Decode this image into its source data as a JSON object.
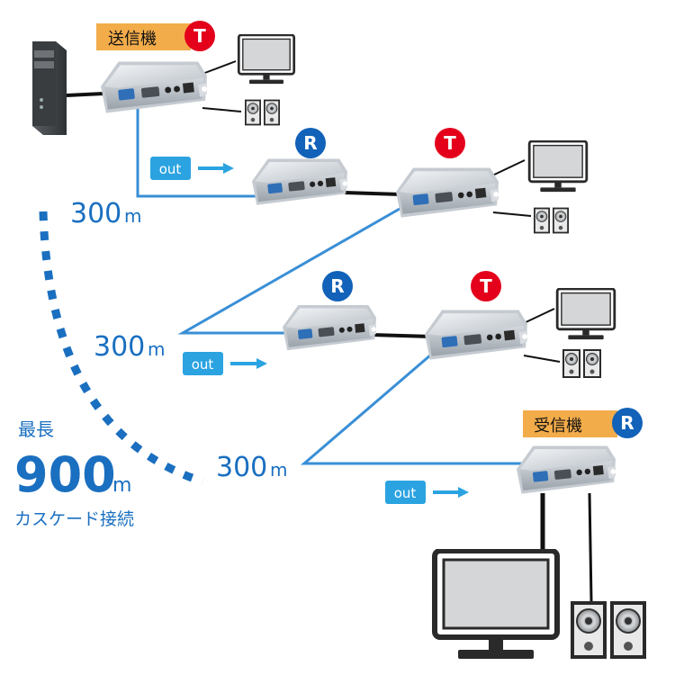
{
  "labels": {
    "transmitter": "送信機",
    "receiver": "受信機",
    "t_badge": "T",
    "r_badge": "R",
    "out": "out",
    "distance_value": "300",
    "unit": "m",
    "max_label": "最長",
    "max_value": "900",
    "cascade_label": "カスケード接続"
  },
  "colors": {
    "transmitter_badge": "#e4001b",
    "receiver_badge": "#1162b8",
    "header_tag": "#f3ac4a",
    "out_tag": "#2ba3e1",
    "cable": "#3a8fd6",
    "dotted_arc": "#1a6fc0",
    "text_blue": "#1a6fc0"
  },
  "icons": [
    "pc-tower-icon",
    "monitor-icon",
    "speaker-icon",
    "extender-box-icon",
    "arrow-right-icon"
  ]
}
